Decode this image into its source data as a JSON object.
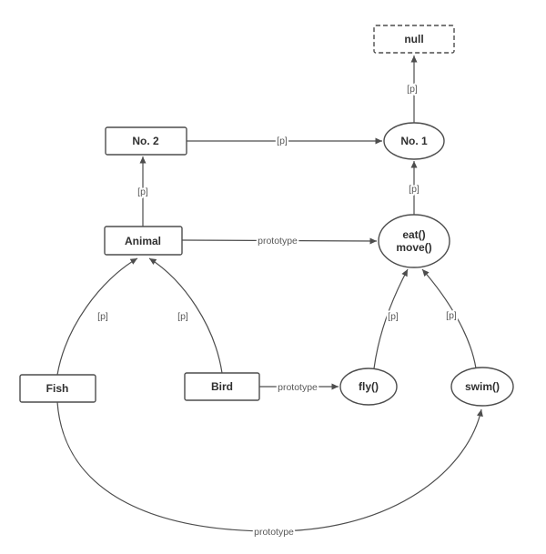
{
  "diagram": {
    "nodes": {
      "null": {
        "label": "null"
      },
      "no1": {
        "label": "No. 1"
      },
      "no2": {
        "label": "No. 2"
      },
      "eat_move": {
        "line1": "eat()",
        "line2": "move()"
      },
      "animal": {
        "label": "Animal"
      },
      "fish": {
        "label": "Fish"
      },
      "bird": {
        "label": "Bird"
      },
      "fly": {
        "label": "fly()"
      },
      "swim": {
        "label": "swim()"
      }
    },
    "edges": {
      "no1_to_null": {
        "label": "[p]"
      },
      "no2_to_no1": {
        "label": "[p]"
      },
      "animal_to_no2": {
        "label": "[p]"
      },
      "eat_move_to_no1": {
        "label": "[p]"
      },
      "animal_to_eat_move": {
        "label": "prototype"
      },
      "fish_to_animal": {
        "label": "[p]"
      },
      "bird_to_animal": {
        "label": "[p]"
      },
      "bird_to_fly": {
        "label": "prototype"
      },
      "fly_to_eat_move": {
        "label": "[p]"
      },
      "swim_to_eat_move": {
        "label": "[p]"
      },
      "fish_to_swim": {
        "label": "prototype"
      }
    },
    "colors": {
      "node_stroke": "#4d4d4d",
      "node_fill": "#ffffff",
      "edge_stroke": "#4d4d4d",
      "edge_label_text": "#595959",
      "background": "#ffffff"
    }
  }
}
